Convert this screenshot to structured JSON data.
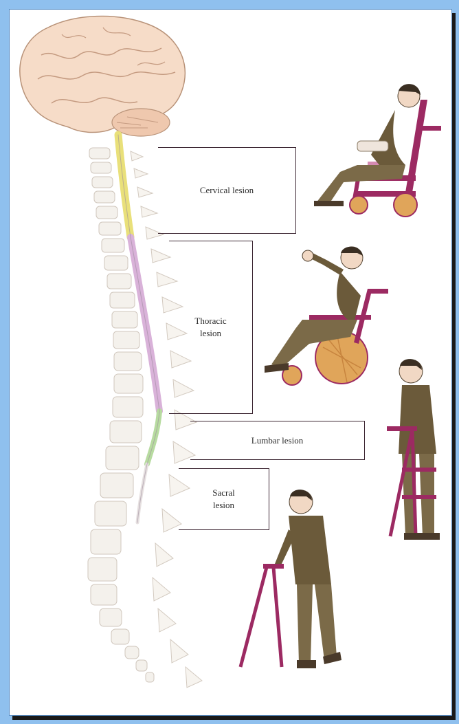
{
  "labels": {
    "cervical": "Cervical lesion",
    "thoracic": "Thoracic\nlesion",
    "lumbar": "Lumbar lesion",
    "sacral": "Sacral\nlesion"
  },
  "colors": {
    "frame": "#8fc0ee",
    "cervical_segment": "#e9e07a",
    "thoracic_segment": "#d9b2d9",
    "lumbar_segment": "#b7dba0",
    "wheelchair": "#9c2a62",
    "wheel": "#e0a55a",
    "suit": "#6b5a3a"
  }
}
